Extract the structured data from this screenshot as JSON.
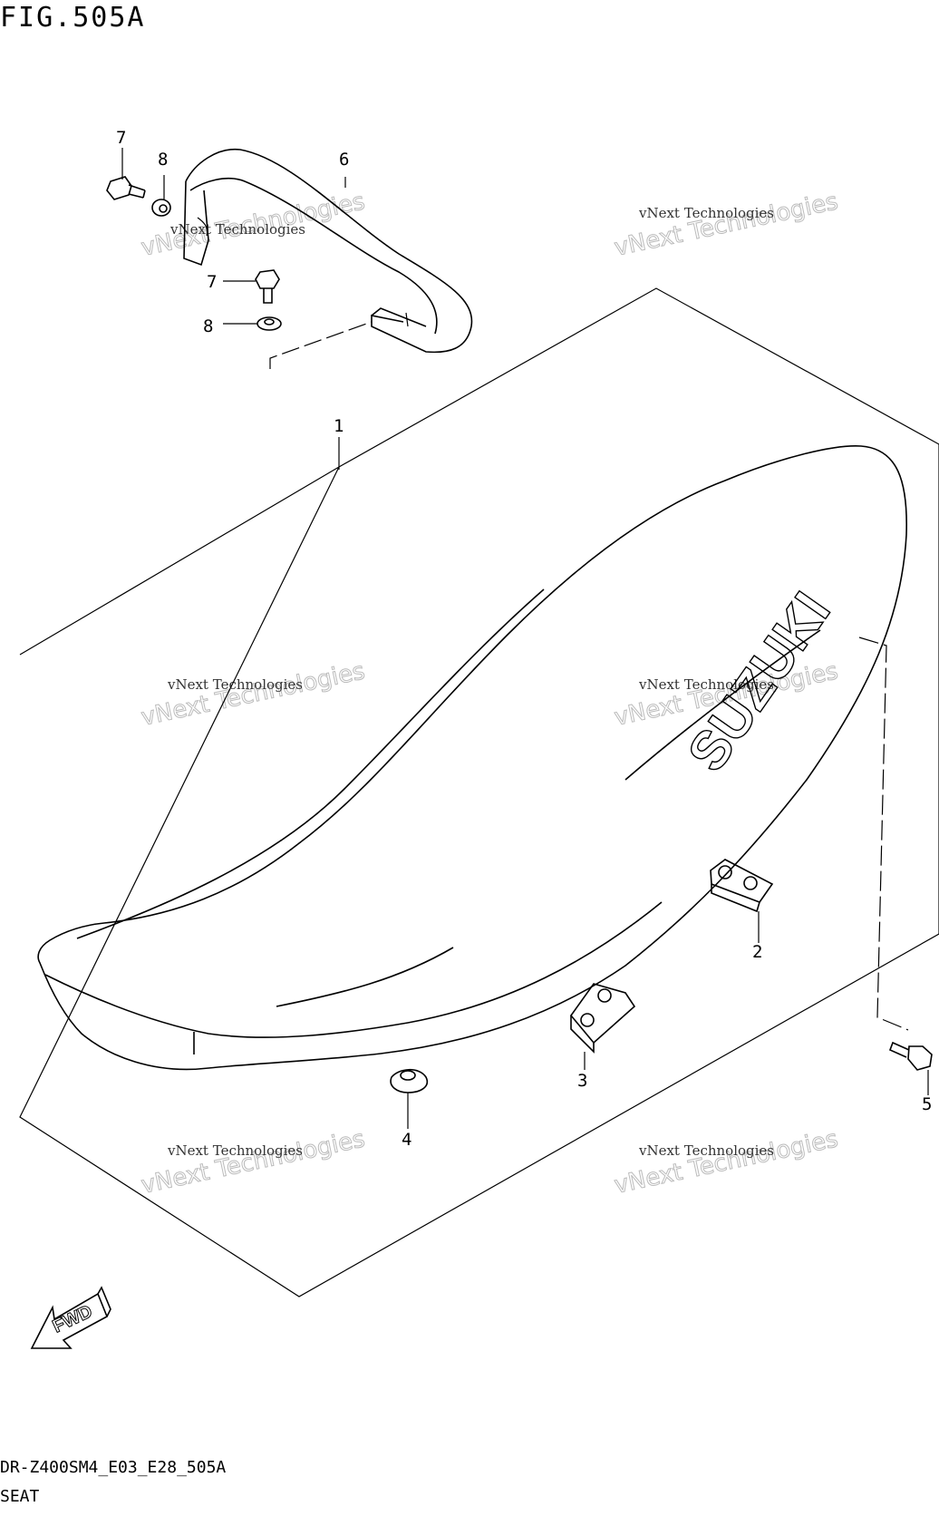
{
  "figure": {
    "title": "FIG.505A",
    "code": "DR-Z400SM4_E03_E28_505A",
    "name": "SEAT"
  },
  "callouts": [
    {
      "id": "c1",
      "label": "1"
    },
    {
      "id": "c2",
      "label": "2"
    },
    {
      "id": "c3",
      "label": "3"
    },
    {
      "id": "c4",
      "label": "4"
    },
    {
      "id": "c5",
      "label": "5"
    },
    {
      "id": "c6",
      "label": "6"
    },
    {
      "id": "c7a",
      "label": "7"
    },
    {
      "id": "c7b",
      "label": "7"
    },
    {
      "id": "c8a",
      "label": "8"
    },
    {
      "id": "c8b",
      "label": "8"
    }
  ],
  "seat_logo": "SUZUKI",
  "fwd_label": "FWD",
  "watermark": {
    "line1": "vNext Technologies",
    "line2": "vNext Technologies"
  },
  "colors": {
    "line": "#000000",
    "watermark": "#bbbbbb",
    "background": "#ffffff"
  }
}
